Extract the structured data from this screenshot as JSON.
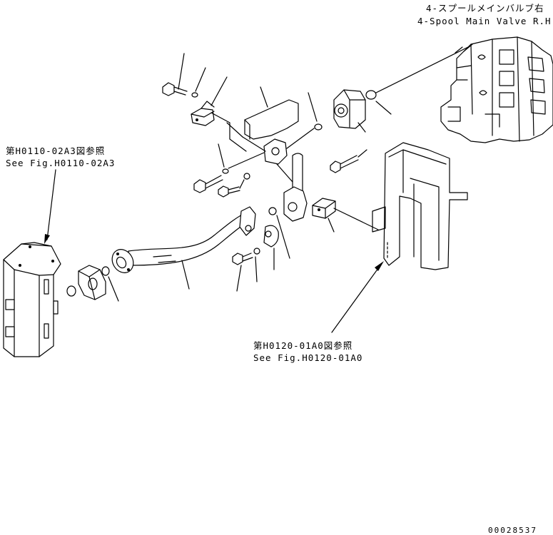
{
  "callouts": {
    "main_valve_jp": "4-スプールメインバルブ右",
    "main_valve_en": "4-Spool Main Valve R.H.",
    "filter_ref_jp": "第H0110-02A3図参照",
    "filter_ref_en": "See Fig.H0110-02A3",
    "frame_ref_jp": "第H0120-01A0図参照",
    "frame_ref_en": "See Fig.H0120-01A0"
  },
  "drawing_number": "00028537"
}
